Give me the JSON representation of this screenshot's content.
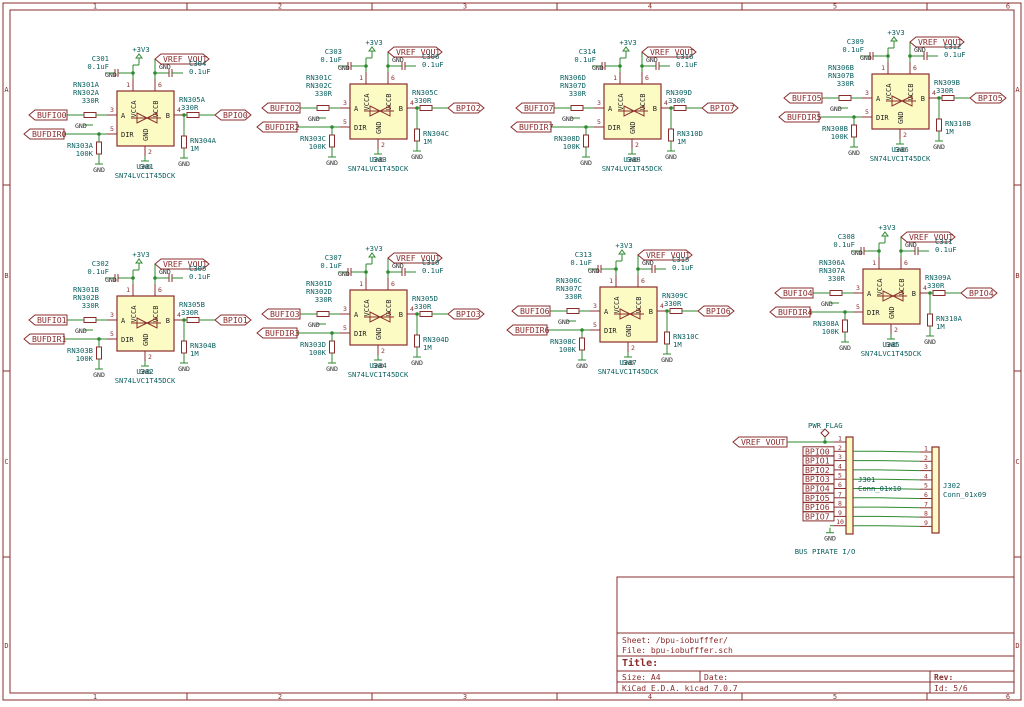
{
  "frame": {
    "columns": [
      "1",
      "2",
      "3",
      "4",
      "5",
      "6"
    ],
    "rows": [
      "A",
      "B",
      "C",
      "D"
    ]
  },
  "common": {
    "supply": "+3V3",
    "vref": "VREF_VOUT",
    "gnd": "GND",
    "part": "SN74LVC1T45DCK",
    "pin_vcca": "VCCA",
    "pin_vccb": "VCCB",
    "pin_a": "A",
    "pin_b": "B",
    "pin_dir": "DIR",
    "cap_value": "0.1uF",
    "series_value": "330R",
    "pulldown_value": "100K",
    "weak_value": "1M"
  },
  "blocks": [
    {
      "ref": "U301",
      "buf": "BUFIO0",
      "dir": "BUFDIR0",
      "bpio": "BPIO0",
      "c1": "C301",
      "c2": "C304",
      "rnA1": "RN301A",
      "rnA2": "RN302A",
      "rnB": "RN305A",
      "rnPD": "RN303A",
      "rnW": "RN304A"
    },
    {
      "ref": "U303",
      "buf": "BUFIO2",
      "dir": "BUFDIR2",
      "bpio": "BPIO2",
      "c1": "C303",
      "c2": "C306",
      "rnA1": "RN301C",
      "rnA2": "RN302C",
      "rnB": "RN305C",
      "rnPD": "RN303C",
      "rnW": "RN304C"
    },
    {
      "ref": "U308",
      "buf": "BUFIO7",
      "dir": "BUFDIR7",
      "bpio": "BPIO7",
      "c1": "C314",
      "c2": "C316",
      "rnA1": "RN306D",
      "rnA2": "RN307D",
      "rnB": "RN309D",
      "rnPD": "RN308D",
      "rnW": "RN310D"
    },
    {
      "ref": "U306",
      "buf": "BUFIO5",
      "dir": "BUFDIR5",
      "bpio": "BPIO5",
      "c1": "C309",
      "c2": "C312",
      "rnA1": "RN306B",
      "rnA2": "RN307B",
      "rnB": "RN309B",
      "rnPD": "RN308B",
      "rnW": "RN310B"
    },
    {
      "ref": "U302",
      "buf": "BUFIO1",
      "dir": "BUFDIR1",
      "bpio": "BPIO1",
      "c1": "C302",
      "c2": "C305",
      "rnA1": "RN301B",
      "rnA2": "RN302B",
      "rnB": "RN305B",
      "rnPD": "RN303B",
      "rnW": "RN304B"
    },
    {
      "ref": "U304",
      "buf": "BUFIO3",
      "dir": "BUFDIR3",
      "bpio": "BPIO3",
      "c1": "C307",
      "c2": "C310",
      "rnA1": "RN301D",
      "rnA2": "RN302D",
      "rnB": "RN305D",
      "rnPD": "RN303D",
      "rnW": "RN304D"
    },
    {
      "ref": "U307",
      "buf": "BUFIO6",
      "dir": "BUFDIR6",
      "bpio": "BPIO6",
      "c1": "C313",
      "c2": "C315",
      "rnA1": "RN306C",
      "rnA2": "RN307C",
      "rnB": "RN309C",
      "rnPD": "RN308C",
      "rnW": "RN310C"
    },
    {
      "ref": "U305",
      "buf": "BUFIO4",
      "dir": "BUFDIR4",
      "bpio": "BPIO4",
      "c1": "C308",
      "c2": "C311",
      "rnA1": "RN306A",
      "rnA2": "RN307A",
      "rnB": "RN309A",
      "rnPD": "RN308A",
      "rnW": "RN310A"
    }
  ],
  "connector": {
    "flag": "PWR_FLAG",
    "vref": "VREF_VOUT",
    "j1_ref": "J301",
    "j1_value": "Conn_01x10",
    "j2_ref": "J302",
    "j2_value": "Conn_01x09",
    "caption": "BUS PIRATE I/O",
    "nets": [
      "BPIO0",
      "BPIO1",
      "BPIO2",
      "BPIO3",
      "BPIO4",
      "BPIO5",
      "BPIO6",
      "BPIO7"
    ],
    "j1_pins": [
      "1",
      "2",
      "3",
      "4",
      "5",
      "6",
      "7",
      "8",
      "9",
      "10"
    ],
    "j2_pins": [
      "1",
      "2",
      "3",
      "4",
      "5",
      "6",
      "7",
      "8",
      "9"
    ]
  },
  "title_block": {
    "sheet": "Sheet: /bpu-iobufffer/",
    "file": "File: bpu-iobufffer.sch",
    "title": "Title:",
    "size": "Size: A4",
    "date": "Date:",
    "rev": "Rev:",
    "tool": "KiCad E.D.A.  kicad 7.0.7",
    "id": "Id: 5/6"
  }
}
